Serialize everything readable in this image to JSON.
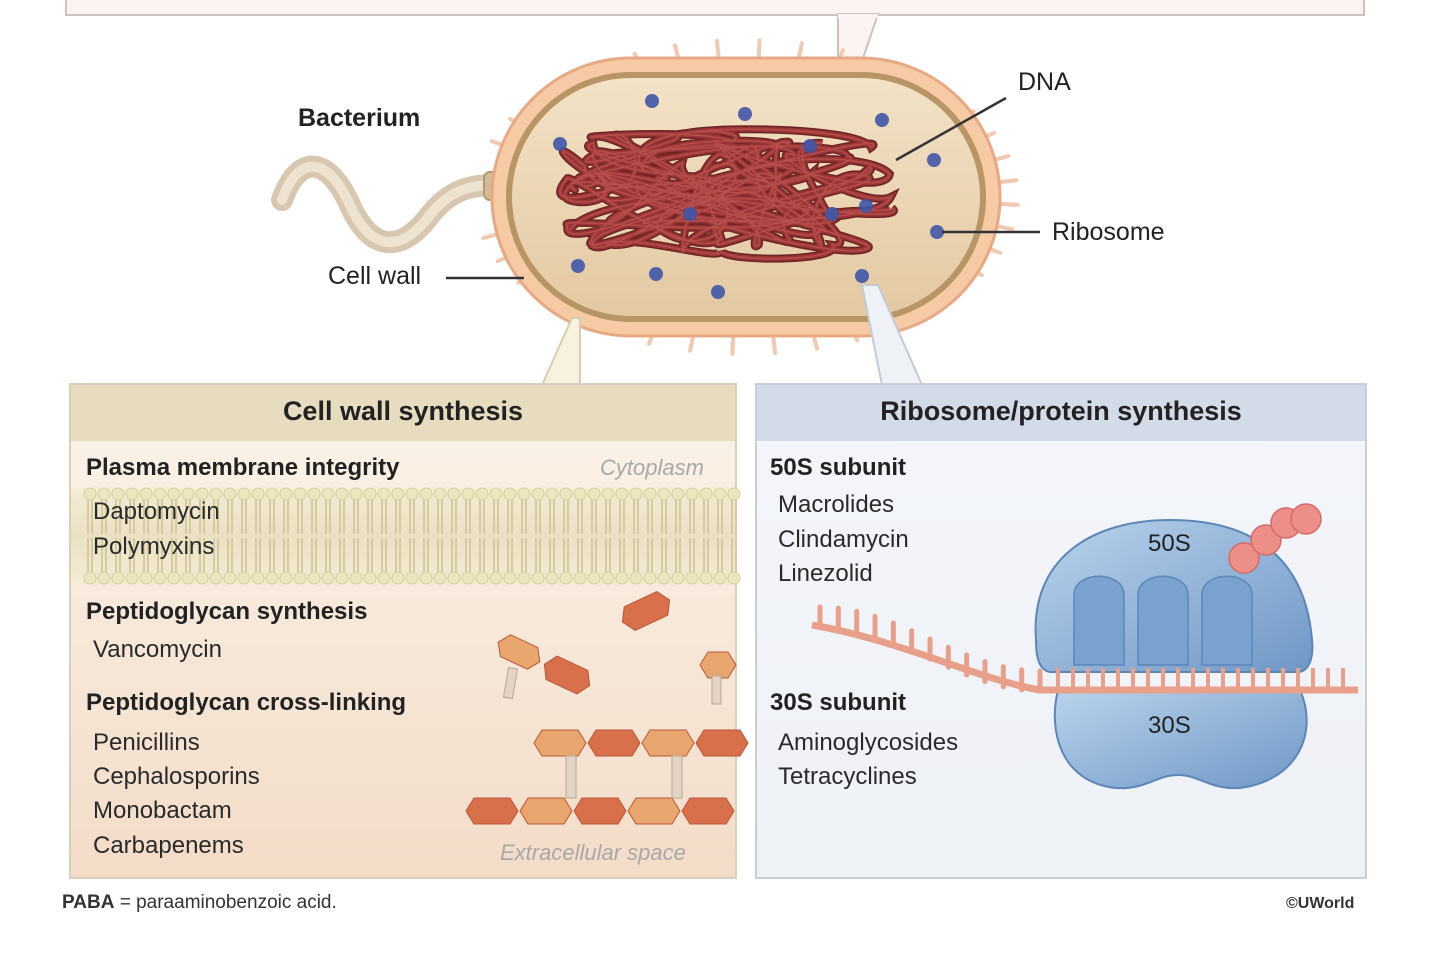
{
  "bacterium": {
    "title": "Bacterium",
    "dna_label": "DNA",
    "ribosome_label": "Ribosome",
    "cell_wall_label": "Cell wall"
  },
  "cell_wall_panel": {
    "title": "Cell wall synthesis",
    "cytoplasm_label": "Cytoplasm",
    "extracellular_label": "Extracellular space",
    "groups": [
      {
        "heading": "Plasma membrane integrity",
        "drugs": [
          "Daptomycin",
          "Polymyxins"
        ]
      },
      {
        "heading": "Peptidoglycan synthesis",
        "drugs": [
          "Vancomycin"
        ]
      },
      {
        "heading": "Peptidoglycan cross-linking",
        "drugs": [
          "Penicillins",
          "Cephalosporins",
          "Monobactam",
          "Carbapenems"
        ]
      }
    ]
  },
  "ribosome_panel": {
    "title": "Ribosome/protein synthesis",
    "subunit_50s_label": "50S",
    "subunit_30s_label": "30S",
    "groups": [
      {
        "heading": "50S subunit",
        "drugs": [
          "Macrolides",
          "Clindamycin",
          "Linezolid"
        ]
      },
      {
        "heading": "30S subunit",
        "drugs": [
          "Aminoglycosides",
          "Tetracyclines"
        ]
      }
    ]
  },
  "footer": {
    "abbr_term": "PABA",
    "abbr_definition": "= paraaminobenzoic acid.",
    "copyright": "©UWorld"
  },
  "colors": {
    "cell_wall_panel_bg": "#f6e9d8",
    "cell_wall_header": "#e8dcc0",
    "ribosome_panel_bg": "#f0f3f8",
    "ribosome_header": "#d3dbe9",
    "dna": "#9a3535",
    "ribosome_dot": "#3f56a8",
    "peptidoglycan": "#d9704c",
    "ribosome_body": "#9ebfe0",
    "mrna": "#e8a08a"
  }
}
